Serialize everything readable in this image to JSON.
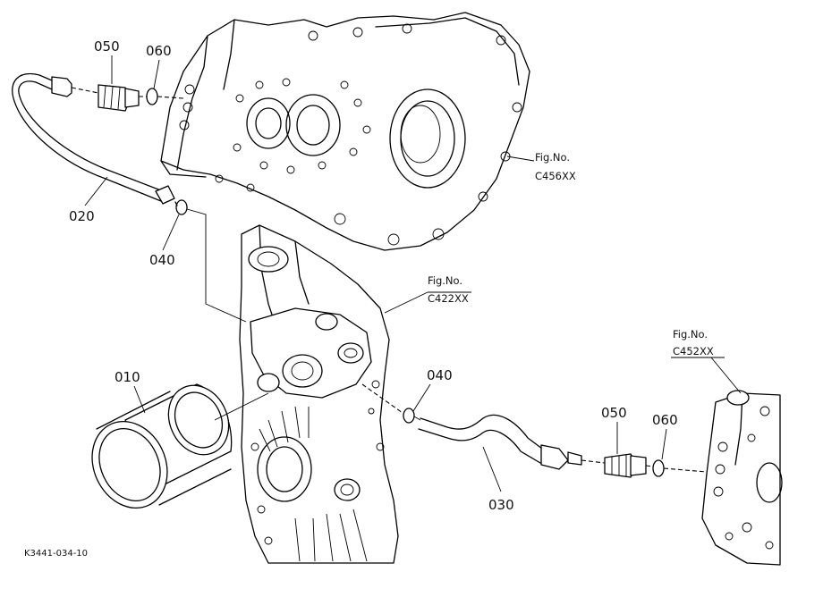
{
  "parts": [
    {
      "id": "p010",
      "number": "010"
    },
    {
      "id": "p020",
      "number": "020"
    },
    {
      "id": "p030",
      "number": "030"
    },
    {
      "id": "p040a",
      "number": "040"
    },
    {
      "id": "p040b",
      "number": "040"
    },
    {
      "id": "p050a",
      "number": "050"
    },
    {
      "id": "p050b",
      "number": "050"
    },
    {
      "id": "p060a",
      "number": "060"
    },
    {
      "id": "p060b",
      "number": "060"
    }
  ],
  "figure_refs": [
    {
      "id": "ref456",
      "label": "Fig.No.",
      "code": "C456XX"
    },
    {
      "id": "ref422",
      "label": "Fig.No.",
      "code": "C422XX"
    },
    {
      "id": "ref452",
      "label": "Fig.No.",
      "code": "C452XX"
    }
  ],
  "drawing_code": "K3441-034-10"
}
